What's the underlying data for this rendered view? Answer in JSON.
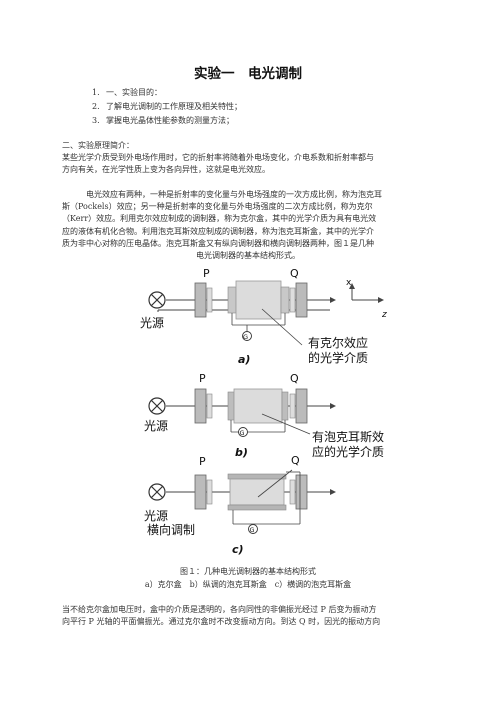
{
  "title": "实验一　电光调制",
  "list": [
    {
      "num": "1.",
      "text": "一、实验目的："
    },
    {
      "num": "2.",
      "text": "了解电光调制的工作原理及相关特性；"
    },
    {
      "num": "3.",
      "text": "掌握电光晶体性能参数的测量方法；"
    }
  ],
  "section2_heading": "二、实验原理简介：",
  "para1": [
    "某些光学介质受到外电场作用时，它的折射率将随着外电场变化，介电系数和折射率都与",
    "方向有关，在光学性质上变为各向异性，这就是电光效应。"
  ],
  "para2": [
    "电光效应有两种，一种是折射率的变化量与外电场强度的一次方成比例，称为泡克耳",
    "斯（Pockels）效应；另一种是折射率的变化量与外电场强度的二次方成比例，称为克尔",
    "（Kerr）效应。利用克尔效应制成的调制器，称为克尔盒，其中的光学介质为具有电光效",
    "应的液体有机化合物。利用泡克耳斯效应制成的调制器，称为泡克耳斯盒，其中的光学介",
    "质为非中心对称的压电晶体。泡克耳斯盒又有纵向调制器和横向调制器两种，图１是几种"
  ],
  "para2_last": "电光调制器的基本结构形式。",
  "figure": {
    "label_P": "P",
    "label_Q": "Q",
    "label_source": "光源",
    "label_G": "G",
    "label_x": "x",
    "label_z": "z",
    "sub_a": "a)",
    "sub_b": "b)",
    "sub_c": "c)",
    "annot_a": [
      "有克尔效应",
      "的光学介质"
    ],
    "annot_b": [
      "有泡克耳斯效",
      "应的光学介质"
    ],
    "label_transverse": "横向调制"
  },
  "caption": "图１：几种电光调制器的基本结构形式",
  "caption_sub": "a）克尔盒　b）纵调的泡克耳斯盒　c）横调的泡克耳斯盒",
  "para3": [
    "当不给克尔盒加电压时，盒中的介质是透明的，各向同性的非偏振光经过 P 后变为振动方",
    "向平行 P 光轴的平面偏振光。通过克尔盒时不改变振动方向。到达 Q 时，因光的振动方向"
  ]
}
